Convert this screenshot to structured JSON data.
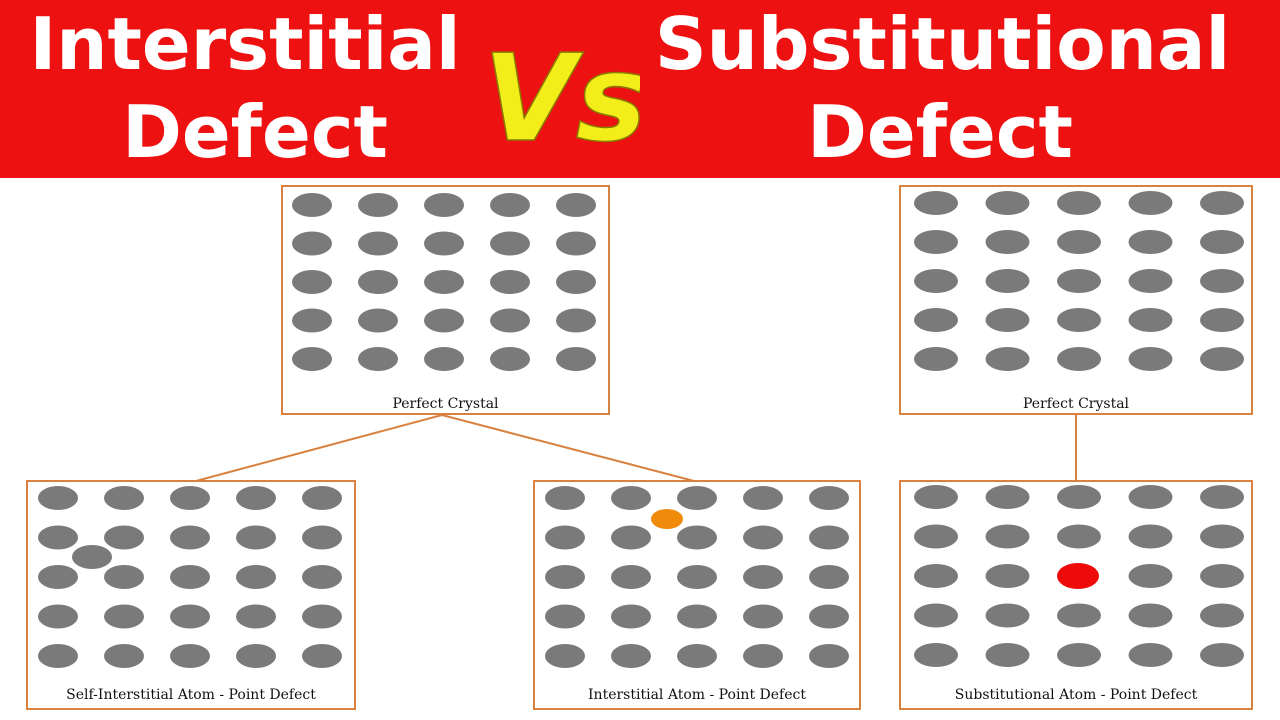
{
  "header": {
    "left_title_line1": "Interstitial",
    "left_title_line2": "Defect",
    "vs": "Vs",
    "right_title_line1": "Substitutional",
    "right_title_line2": "Defect"
  },
  "colors": {
    "banner": "#ee1111",
    "title_text": "#ffffff",
    "vs_text": "#f3ee1a",
    "panel_border": "#d9823f",
    "atom": "#7a7a7a",
    "interstitial_atom": "#f08a0a",
    "substitutional_atom": "#ef0a0a"
  },
  "panels": {
    "left_perfect": {
      "caption": "Perfect Crystal"
    },
    "self_interstitial": {
      "caption": "Self-Interstitial Atom - Point Defect"
    },
    "interstitial": {
      "caption": "Interstitial Atom - Point Defect"
    },
    "right_perfect": {
      "caption": "Perfect Crystal"
    },
    "substitutional": {
      "caption": "Substitutional Atom - Point Defect"
    }
  }
}
